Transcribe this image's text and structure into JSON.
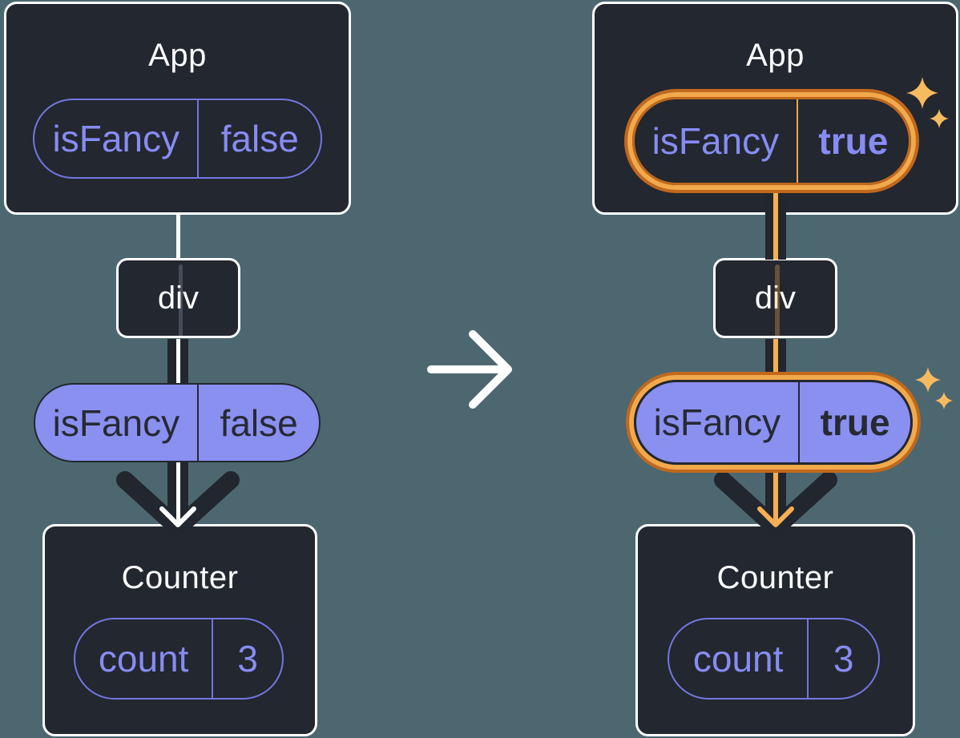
{
  "colors": {
    "background": "#4C6770",
    "box_fill": "#23272F",
    "box_border": "#FFFFFF",
    "purple_fill": "#8A90F0",
    "purple_outline": "#7177E2",
    "purple_text": "#868CF3",
    "dark_text": "#262A33",
    "highlight_orange": "#F2A94B",
    "highlight_orange_dark": "#C0681D",
    "arrow_dark": "#22262E",
    "arrow_core_orange": "#F6AF55",
    "sparkle": "#F8BA5F"
  },
  "before": {
    "app": {
      "title": "App",
      "state": {
        "label": "isFancy",
        "value": "false"
      }
    },
    "div": {
      "label": "div"
    },
    "prop": {
      "label": "isFancy",
      "value": "false"
    },
    "counter": {
      "title": "Counter",
      "state": {
        "label": "count",
        "value": "3"
      }
    }
  },
  "after": {
    "app": {
      "title": "App",
      "state": {
        "label": "isFancy",
        "value": "true"
      }
    },
    "div": {
      "label": "div"
    },
    "prop": {
      "label": "isFancy",
      "value": "true"
    },
    "counter": {
      "title": "Counter",
      "state": {
        "label": "count",
        "value": "3"
      }
    }
  },
  "transition": {
    "icon": "right-arrow-icon",
    "direction": "right"
  }
}
